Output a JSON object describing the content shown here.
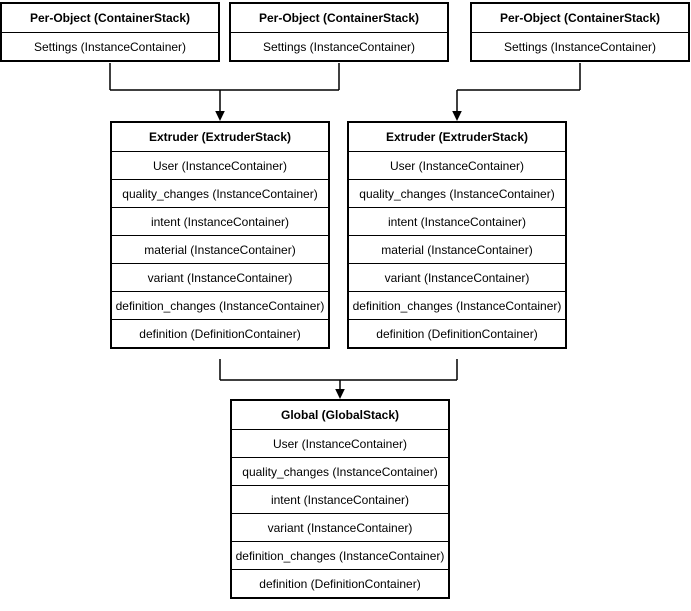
{
  "diagram": {
    "colors": {
      "border": "#000000",
      "background": "#ffffff",
      "text": "#000000"
    },
    "per_object_stacks": [
      {
        "title": "Per-Object (ContainerStack)",
        "rows": [
          "Settings (InstanceContainer)"
        ]
      },
      {
        "title": "Per-Object (ContainerStack)",
        "rows": [
          "Settings (InstanceContainer)"
        ]
      },
      {
        "title": "Per-Object (ContainerStack)",
        "rows": [
          "Settings (InstanceContainer)"
        ]
      }
    ],
    "extruder_stacks": [
      {
        "title": "Extruder (ExtruderStack)",
        "rows": [
          "User (InstanceContainer)",
          "quality_changes (InstanceContainer)",
          "intent (InstanceContainer)",
          "material (InstanceContainer)",
          "variant (InstanceContainer)",
          "definition_changes (InstanceContainer)",
          "definition (DefinitionContainer)"
        ]
      },
      {
        "title": "Extruder (ExtruderStack)",
        "rows": [
          "User (InstanceContainer)",
          "quality_changes (InstanceContainer)",
          "intent (InstanceContainer)",
          "material (InstanceContainer)",
          "variant (InstanceContainer)",
          "definition_changes (InstanceContainer)",
          "definition (DefinitionContainer)"
        ]
      }
    ],
    "global_stack": {
      "title": "Global (GlobalStack)",
      "rows": [
        "User (InstanceContainer)",
        "quality_changes (InstanceContainer)",
        "intent (InstanceContainer)",
        "variant (InstanceContainer)",
        "definition_changes (InstanceContainer)",
        "definition (DefinitionContainer)"
      ]
    }
  }
}
